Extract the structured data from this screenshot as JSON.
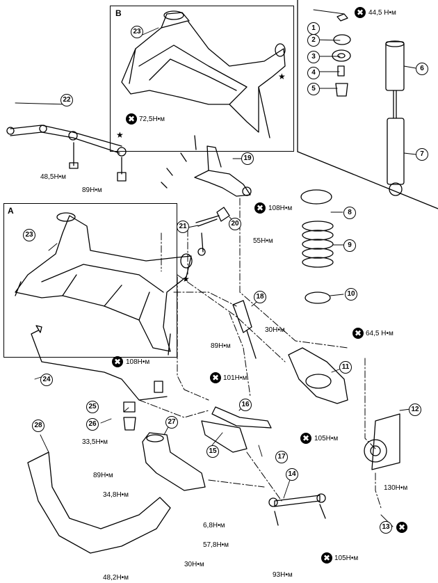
{
  "panels": {
    "a": "A",
    "b": "B"
  },
  "star": "★",
  "xmark": "✖",
  "callouts": [
    "1",
    "2",
    "3",
    "4",
    "5",
    "6",
    "7",
    "8",
    "9",
    "10",
    "11",
    "12",
    "13",
    "14",
    "15",
    "16",
    "17",
    "18",
    "19",
    "20",
    "21",
    "22",
    "23",
    "23",
    "24",
    "25",
    "26",
    "27",
    "28"
  ],
  "torques": {
    "t_44_5": "44,5 Н•м",
    "t_72_5": "72,5Н•м",
    "t_48_5": "48,5Н•м",
    "t_89_a": "89Н•м",
    "t_108_a": "108Н•м",
    "t_55": "55Н•м",
    "t_30_a": "30Н•м",
    "t_64_5": "64,5 Н•м",
    "t_89_b": "89Н•м",
    "t_108_b": "108Н•м",
    "t_101": "101Н•м",
    "t_105_a": "105Н•м",
    "t_33_5": "33,5Н•м",
    "t_89_c": "89Н•м",
    "t_34_8": "34,8Н•м",
    "t_6_8": "6,8Н•м",
    "t_57_8": "57,8Н•м",
    "t_30_b": "30Н•м",
    "t_48_2": "48,2Н•м",
    "t_130": "130Н•м",
    "t_105_b": "105Н•м",
    "t_93": "93Н•м"
  }
}
